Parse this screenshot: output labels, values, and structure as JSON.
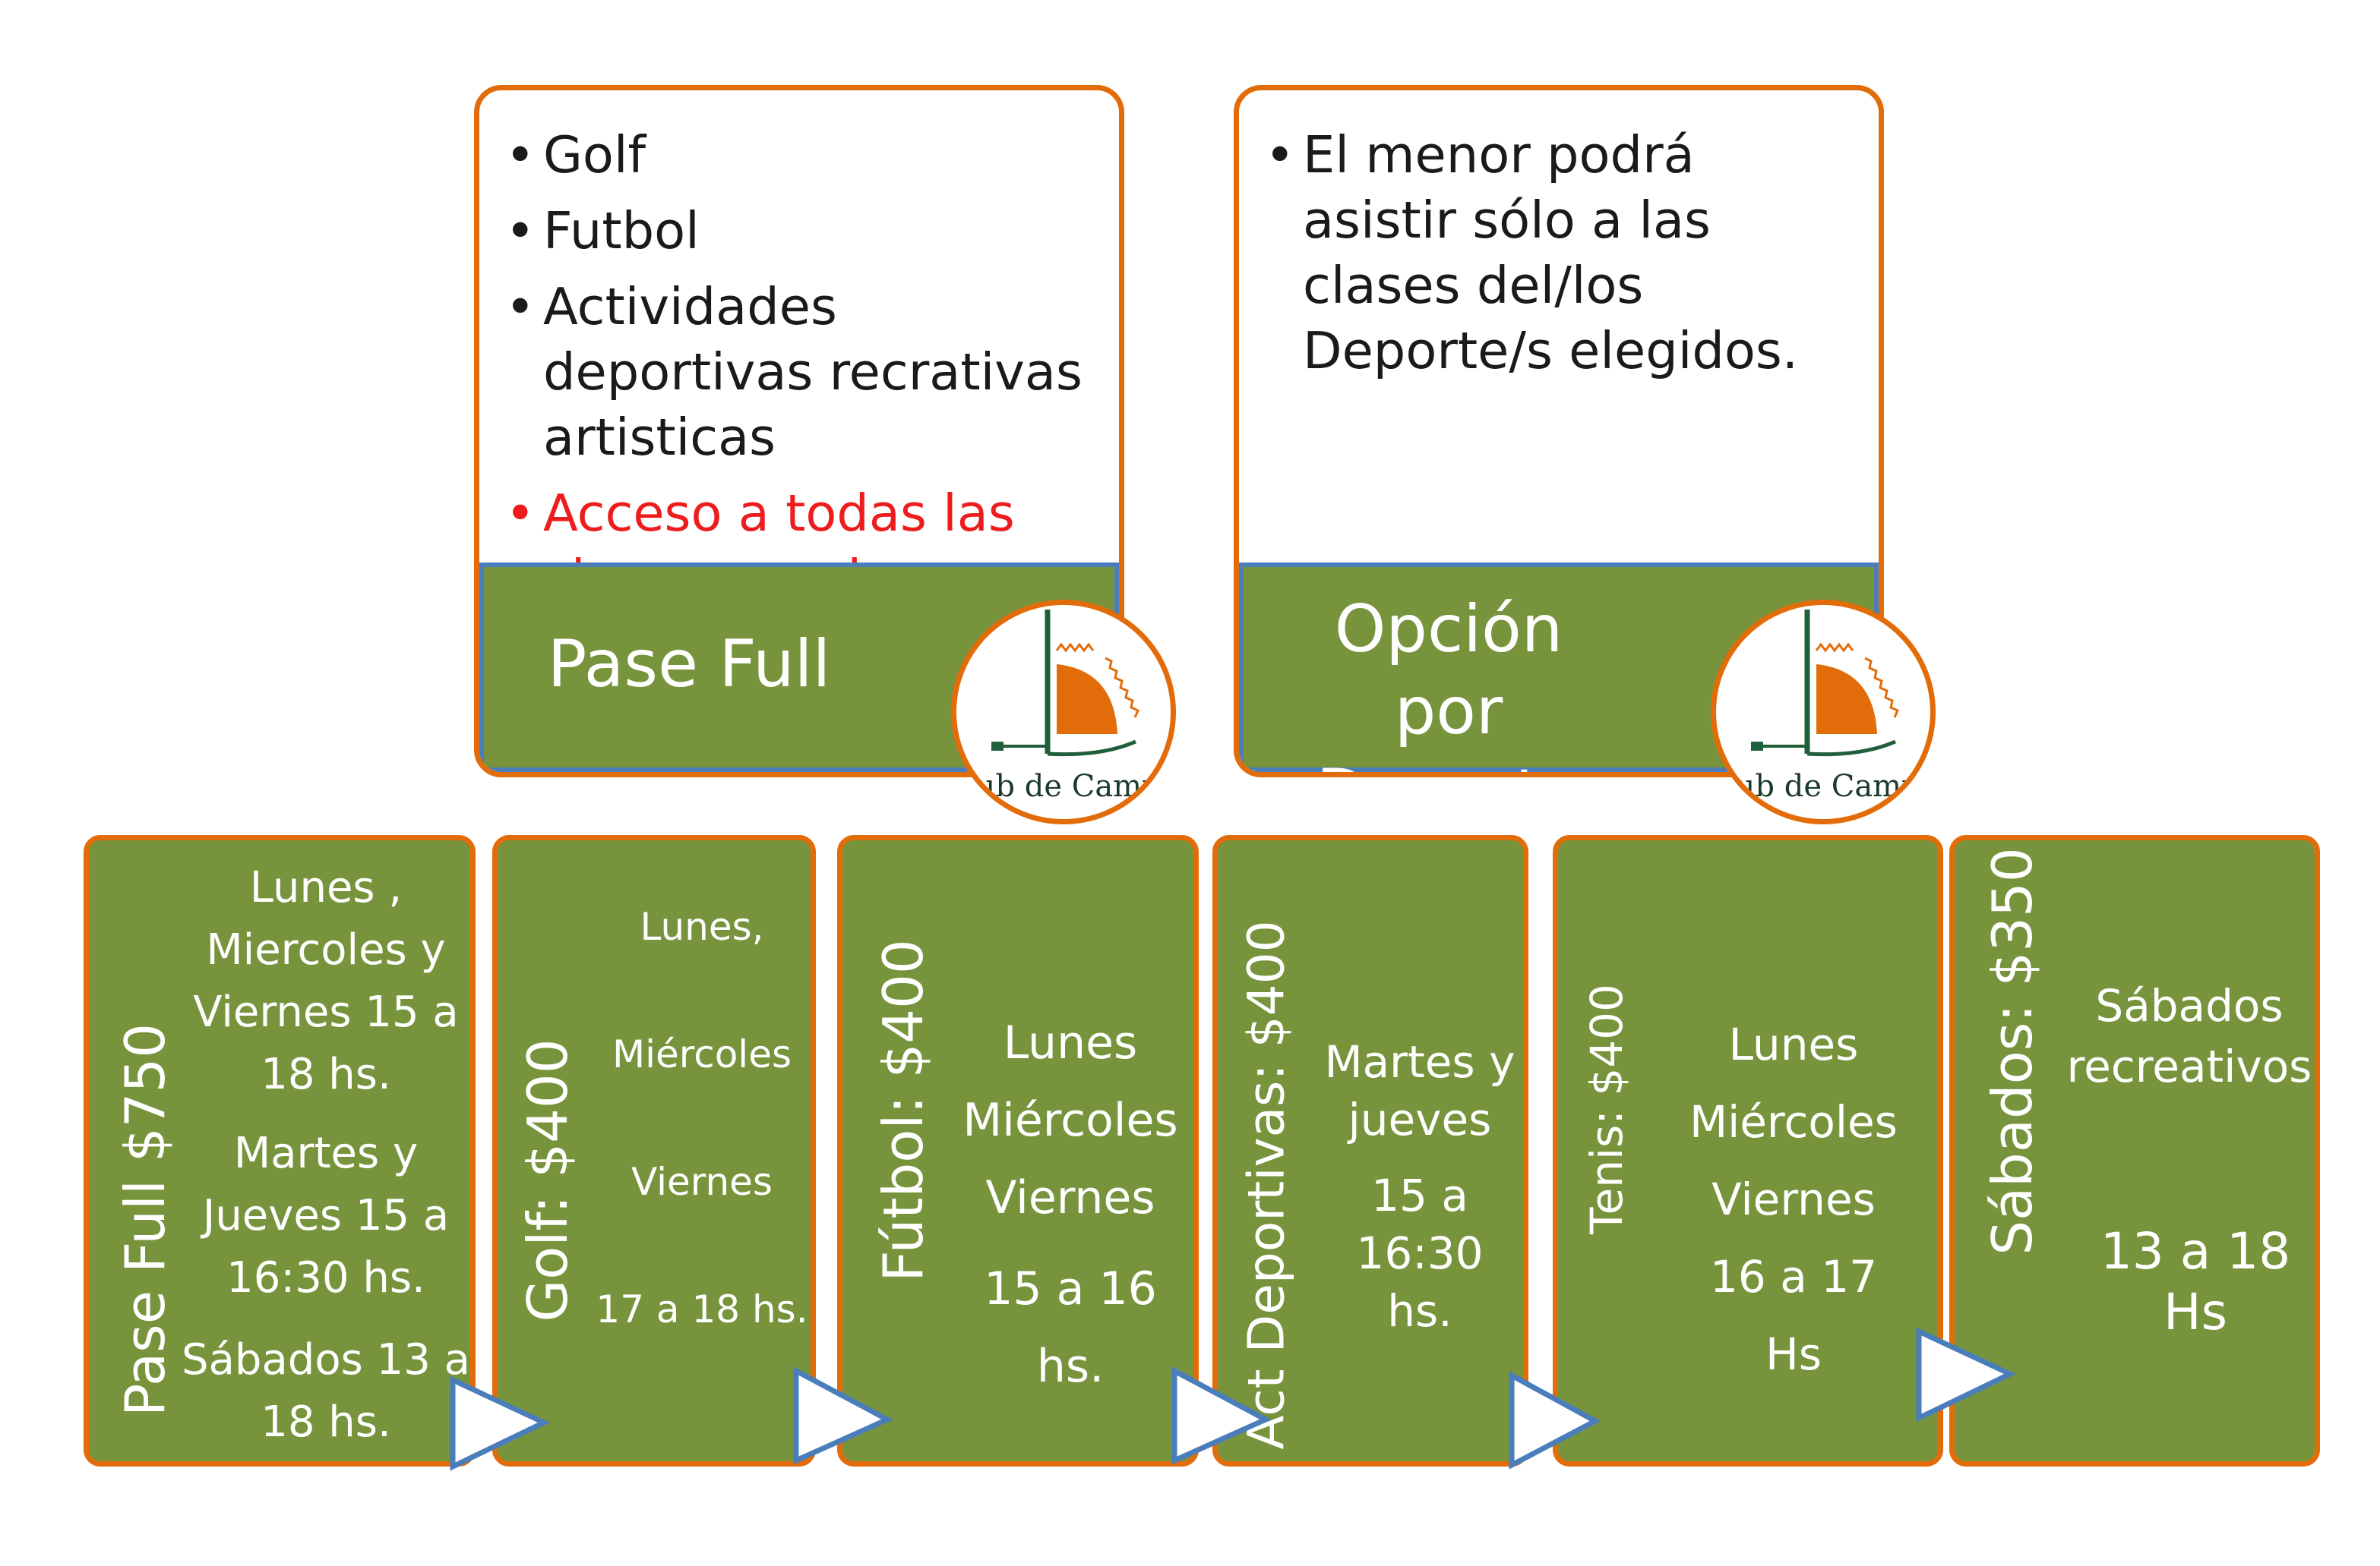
{
  "colors": {
    "green": "#77933c",
    "orange": "#e36c0a",
    "blue_border": "#4a7ebb",
    "highlight_red": "#ee1c1c"
  },
  "pase_full_box": {
    "bullets": [
      "Golf",
      "Futbol",
      "Actividades deportivas recrativas artisticas"
    ],
    "highlight": "Acceso a todas las clases que desee",
    "title": "Pase Full"
  },
  "opcion_box": {
    "bullet": "El menor podrá asistir sólo a las clases del/los Deporte/s elegidos.",
    "title_line1": "Opción por",
    "title_line2": "Deporte"
  },
  "logo": {
    "icon": "club-de-campo-logo",
    "text": "Club de Campo"
  },
  "cards": {
    "pase_full": {
      "label": "Pase Full  $750",
      "sched1": [
        "Lunes ,",
        "Miercoles  y",
        "Viernes  15 a",
        "18 hs."
      ],
      "sched2": [
        "Martes  y",
        "Jueves  15 a",
        "16:30 hs."
      ],
      "sched3": [
        "Sábados 13 a",
        "18 hs."
      ]
    },
    "golf": {
      "label": "Golf:  $400",
      "days": [
        "Lunes,",
        "Miércoles",
        "Viernes"
      ],
      "time": "17 a  18 hs."
    },
    "futbol": {
      "label": "Fútbol:  $400",
      "days": [
        "Lunes",
        "Miércoles",
        "Viernes"
      ],
      "time": "15 a 16 hs."
    },
    "act": {
      "label": "Act Deportivas: $400",
      "days": [
        "Martes y",
        "jueves"
      ],
      "time": [
        "15 a 16:30",
        "hs."
      ]
    },
    "tenis": {
      "label": "Tenis: $400",
      "days": [
        "Lunes",
        "Miércoles",
        "Viernes"
      ],
      "time": "16 a 17 Hs"
    },
    "sabados": {
      "label": "Sábados: $350",
      "desc": [
        "Sábados",
        "recreativos"
      ],
      "time": "13 a 18 Hs"
    }
  }
}
